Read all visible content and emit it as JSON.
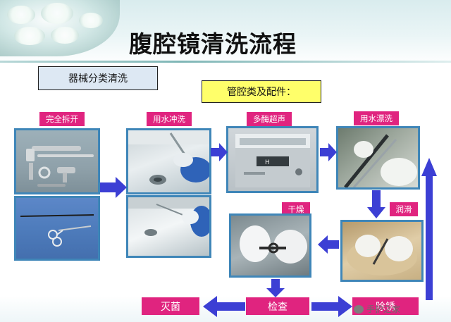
{
  "title": "腹腔镜清洗流程",
  "category_label": "器械分类清洗",
  "lumen_label": "管腔类及配件：",
  "steps": {
    "disassemble": "完全拆开",
    "rinse": "用水冲洗",
    "enzyme": "多酶超声",
    "float_rinse": "用水漂洗",
    "lubricate": "润滑",
    "dry": "干燥",
    "inspect": "检查",
    "sterilize": "灭菌",
    "rust_removal": "除锈"
  },
  "watermark": "手护之家",
  "colors": {
    "tag_magenta": "#e0247f",
    "arrow_blue": "#3c3fd4",
    "frame_blue": "#3f86b8",
    "lumen_yellow": "#ffff6a"
  }
}
